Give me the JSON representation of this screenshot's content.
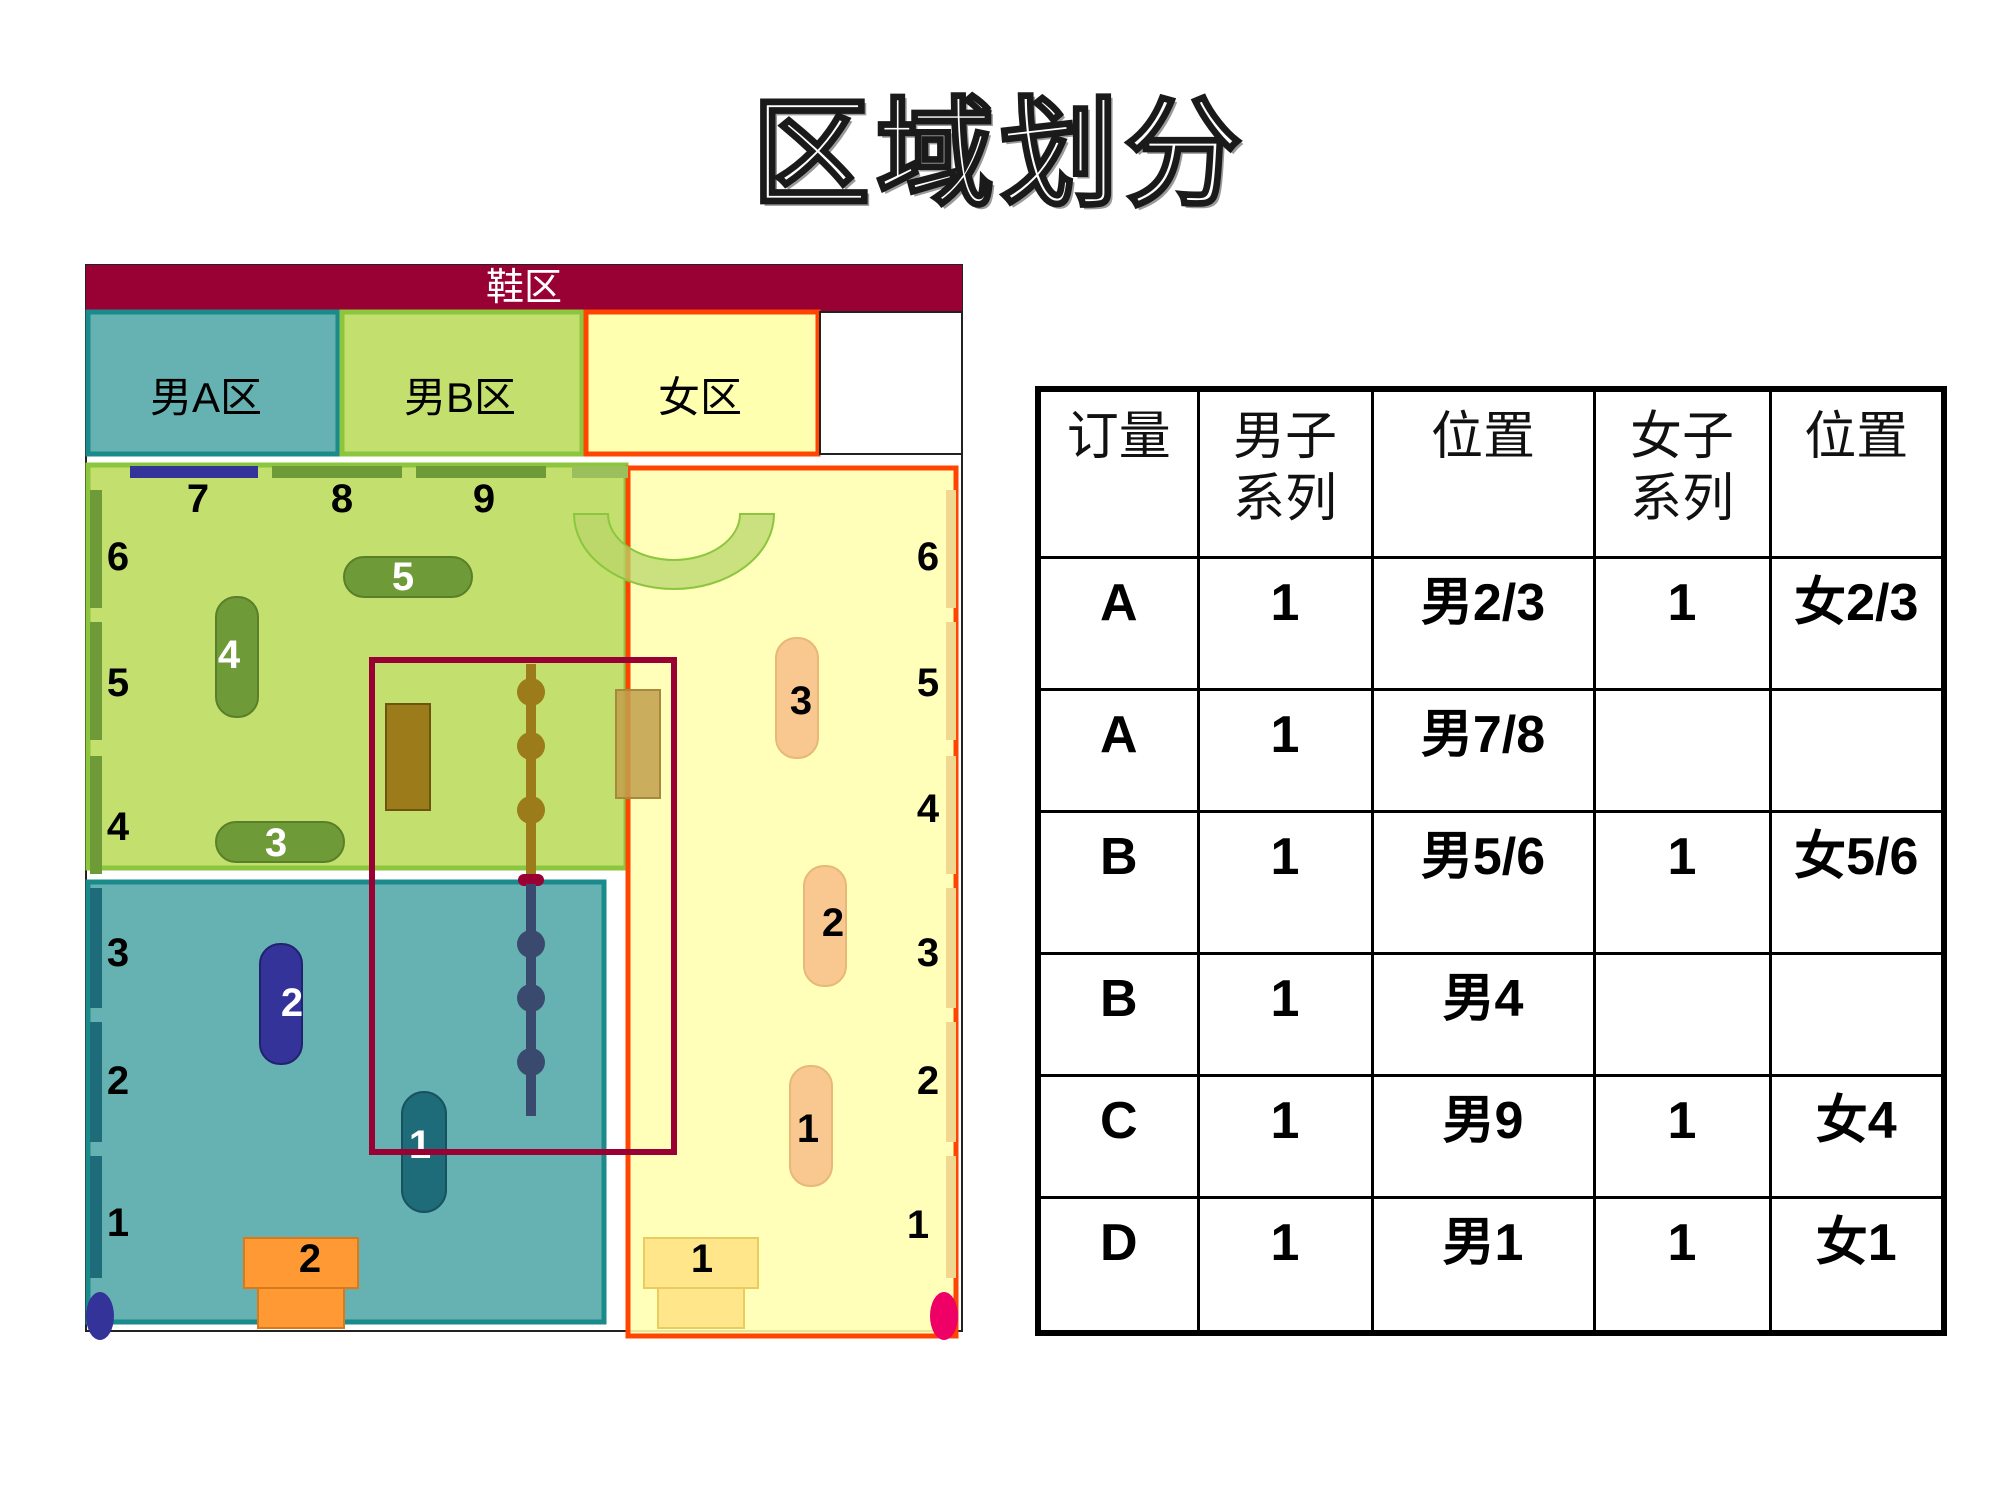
{
  "title": "区域划分",
  "colors": {
    "shoe_band": "#990033",
    "men_a": "#66b2b2",
    "men_b": "#c3df6d",
    "women": "#ffffb0",
    "navy": "#333399",
    "teal_dark": "#1e6b7a",
    "olive": "#6f9a38",
    "orange_fixture": "#ff9933",
    "peach_fixture": "#f8c890",
    "pink_dot": "#ee0066"
  },
  "floor_plan": {
    "shoe_area": "鞋区",
    "zones": {
      "men_a": "男A区",
      "men_b": "男B区",
      "women": "女区"
    },
    "top_wall_numbers": [
      "7",
      "8",
      "9"
    ],
    "left_wall_numbers": [
      "6",
      "5",
      "4",
      "3",
      "2",
      "1"
    ],
    "right_wall_numbers": [
      "6",
      "5",
      "4",
      "3",
      "2",
      "1"
    ],
    "men_b_tables": [
      "5",
      "4",
      "3"
    ],
    "men_a_tables": [
      "2",
      "1"
    ],
    "women_tables": [
      "3",
      "2",
      "1"
    ],
    "entry_counters": {
      "men": "2",
      "women": "1"
    },
    "icons": {
      "rack": "clothes-rack-icon",
      "mirror": "fitting-mirror-icon",
      "entry_left": "navy-entrance-dot",
      "entry_right": "pink-entrance-dot"
    }
  },
  "table": {
    "headers": [
      "订量",
      "男子\n系列",
      "位置",
      "女子\n系列",
      "位置"
    ],
    "rows": [
      [
        "A",
        "1",
        "男2/3",
        "1",
        "女2/3"
      ],
      [
        "A",
        "1",
        "男7/8",
        "",
        ""
      ],
      [
        "B",
        "1",
        "男5/6",
        "1",
        "女5/6"
      ],
      [
        "B",
        "1",
        "男4",
        "",
        ""
      ],
      [
        "C",
        "1",
        "男9",
        "1",
        "女4"
      ],
      [
        "D",
        "1",
        "男1",
        "1",
        "女1"
      ]
    ]
  }
}
